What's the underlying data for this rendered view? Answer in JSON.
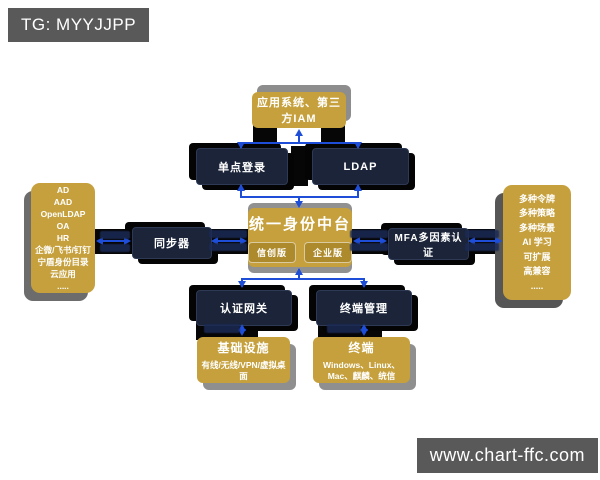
{
  "header": {
    "tg_label": "TG: MYYJJPP"
  },
  "footer": {
    "watermark": "www.chart-ffc.com"
  },
  "colors": {
    "gold": "#c5a03c",
    "gold_dark_badge": "#ad8a2b",
    "navy": "#1b2438",
    "arrow_blue": "#1e4ed8",
    "corner_label_gray": "#595959",
    "connector_black": "#060606"
  },
  "diagram": {
    "app_systems": {
      "label": "应用系统、第三方IAM"
    },
    "sso": {
      "label": "单点登录"
    },
    "ldap": {
      "label": "LDAP"
    },
    "identity_sources": {
      "items": [
        "AD",
        "AAD",
        "OpenLDAP",
        "OA",
        "HR",
        "企微/飞书/钉钉",
        "宁盾身份目录",
        "云应用",
        "....."
      ]
    },
    "synchronizer": {
      "label": "同步器"
    },
    "identity_platform": {
      "title": "统一身份中台",
      "editions": [
        "信创版",
        "企业版"
      ]
    },
    "mfa": {
      "label": "MFA多因素认证"
    },
    "mfa_features": {
      "items": [
        "多种令牌",
        "多种策略",
        "多种场景",
        "AI 学习",
        "可扩展",
        "高兼容",
        "....."
      ]
    },
    "auth_gateway": {
      "label": "认证网关"
    },
    "endpoint_mgmt": {
      "label": "终端管理"
    },
    "infrastructure": {
      "title": "基础设施",
      "subtitle": "有线/无线/VPN/虚拟桌面"
    },
    "endpoints": {
      "title": "终端",
      "subtitle": "Windows、Linux、Mac、麒麟、统信"
    }
  }
}
